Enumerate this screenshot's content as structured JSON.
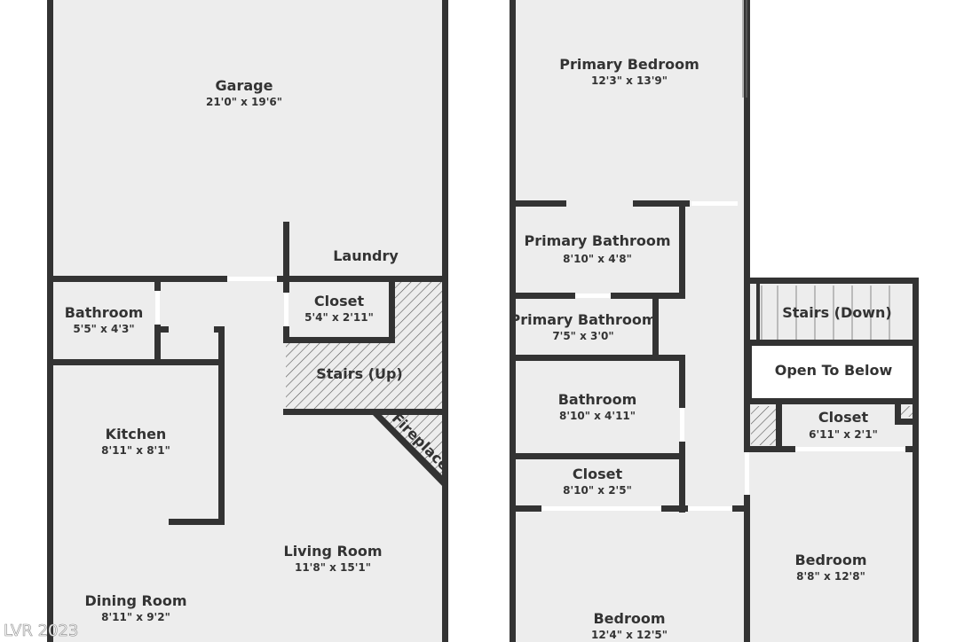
{
  "colors": {
    "floor": "#ededed",
    "wall": "#333333",
    "text": "#333333",
    "background": "#ffffff",
    "watermark": "#ffffff"
  },
  "floor1": {
    "garage": {
      "name": "Garage",
      "dims": "21'0\" x 19'6\""
    },
    "laundry": {
      "name": "Laundry"
    },
    "bathroom": {
      "name": "Bathroom",
      "dims": "5'5\" x 4'3\""
    },
    "closet": {
      "name": "Closet",
      "dims": "5'4\" x 2'11\""
    },
    "stairs_up": {
      "name": "Stairs (Up)"
    },
    "kitchen": {
      "name": "Kitchen",
      "dims": "8'11\" x 8'1\""
    },
    "fireplace": {
      "name": "Fireplace"
    },
    "living_room": {
      "name": "Living Room",
      "dims": "11'8\" x 15'1\""
    },
    "dining_room": {
      "name": "Dining Room",
      "dims": "8'11\" x 9'2\""
    }
  },
  "floor2": {
    "primary_bedroom": {
      "name": "Primary Bedroom",
      "dims": "12'3\" x 13'9\""
    },
    "primary_bathroom_1": {
      "name": "Primary Bathroom",
      "dims": "8'10\" x 4'8\""
    },
    "primary_bathroom_2": {
      "name": "Primary Bathroom",
      "dims": "7'5\" x 3'0\""
    },
    "stairs_down": {
      "name": "Stairs (Down)"
    },
    "open_to_below": {
      "name": "Open To Below"
    },
    "bathroom": {
      "name": "Bathroom",
      "dims": "8'10\" x 4'11\""
    },
    "closet_right": {
      "name": "Closet",
      "dims": "6'11\" x 2'1\""
    },
    "closet_left": {
      "name": "Closet",
      "dims": "8'10\" x 2'5\""
    },
    "bedroom_right": {
      "name": "Bedroom",
      "dims": "8'8\" x 12'8\""
    },
    "bedroom_bottom": {
      "name": "Bedroom",
      "dims": "12'4\" x 12'5\""
    }
  },
  "watermark": "LVR 2023"
}
